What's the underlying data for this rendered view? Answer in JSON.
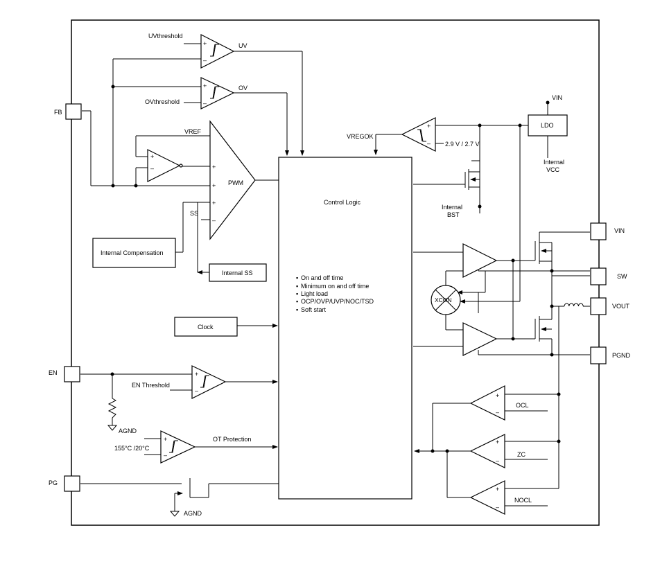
{
  "pins": {
    "fb": "FB",
    "en": "EN",
    "pg": "PG",
    "vin": "VIN",
    "sw": "SW",
    "vout": "VOUT",
    "pgnd": "PGND"
  },
  "labels": {
    "uv_threshold": "UVthreshold",
    "uv": "UV",
    "ov_threshold": "OVthreshold",
    "ov": "OV",
    "vref": "VREF",
    "pwm": "PWM",
    "ss": "SS",
    "internal_compensation": "Internal Compensation",
    "internal_ss": "Internal SS",
    "clock": "Clock",
    "en_threshold": "EN Threshold",
    "agnd": "AGND",
    "temp_threshold": "155°C /20°C",
    "ot_protection": "OT Protection",
    "vregok": "VREGOK",
    "uvlo_threshold": "2.9 V / 2.7 V",
    "ldo": "LDO",
    "vin_top": "VIN",
    "internal_vcc": [
      "Internal",
      "VCC"
    ],
    "internal_bst": [
      "Internal",
      "BST"
    ],
    "control_logic": "Control Logic",
    "xcon": "XCON",
    "ocl": "OCL",
    "zc": "ZC",
    "nocl": "NOCL"
  },
  "control_logic_features": [
    "On and off time",
    "Minimum on and off time",
    "Light load",
    "OCP/OVP/UVP/NOC/TSD",
    "Soft start"
  ],
  "amp_signs": {
    "plus": "+",
    "minus": "–"
  }
}
